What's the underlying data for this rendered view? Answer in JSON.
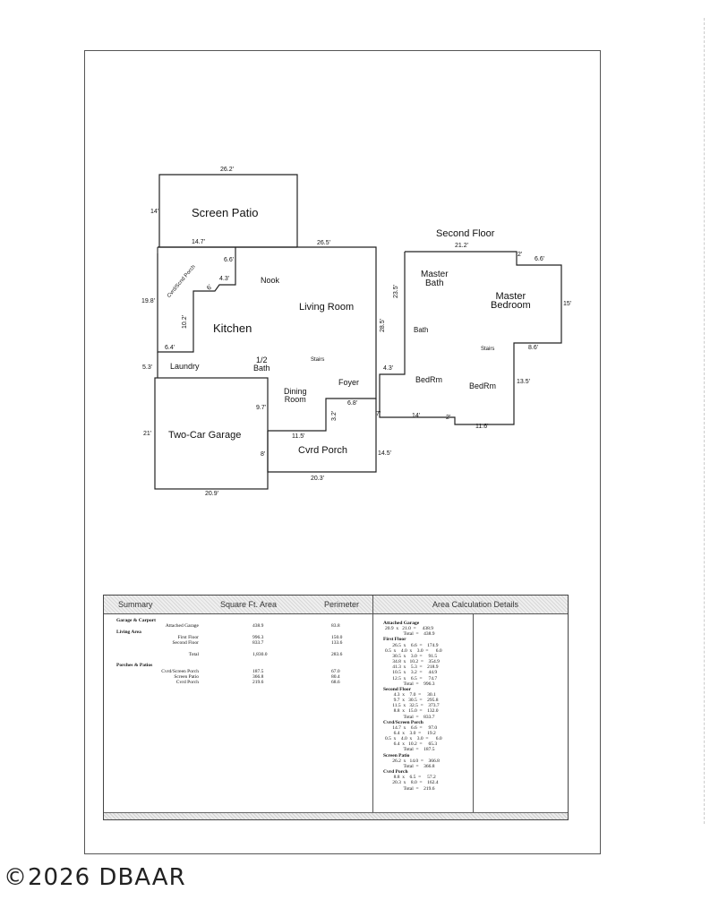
{
  "watermark": "©2026 DBAAR",
  "floorplan": {
    "first_floor_rooms": {
      "screen_patio": "Screen Patio",
      "kitchen": "Kitchen",
      "nook": "Nook",
      "living_room": "Living Room",
      "laundry": "Laundry",
      "half_bath": "1/2\nBath",
      "stairs": "Stairs",
      "dining_room": "Dining\nRoom",
      "foyer": "Foyer",
      "two_car_garage": "Two-Car Garage",
      "cvrd_porch": "Cvrd Porch",
      "cvrd_scrnd_porch": "Cvrd/Scnd Porch"
    },
    "second_floor_title": "Second Floor",
    "second_floor_rooms": {
      "master_bath": "Master\nBath",
      "master_bedroom": "Master\nBedroom",
      "bath": "Bath",
      "stairs": "Stairs",
      "bedrm1": "BedRm",
      "bedrm2": "BedRm"
    },
    "dims": {
      "d_26_2": "26.2'",
      "d_14": "14'",
      "d_14_7": "14.7'",
      "d_26_5": "26.5'",
      "d_6_6": "6.6'",
      "d_4_3a": "4.3'",
      "d_6a": "6'",
      "d_19_8": "19.8'",
      "d_10_2": "10.2'",
      "d_6_4": "6.4'",
      "d_5_3": "5.3'",
      "d_9_7": "9.7'",
      "d_21": "21'",
      "d_8": "8'",
      "d_11_5": "11.5'",
      "d_6_8": "6.8'",
      "d_3_2": "3.2'",
      "d_14_5": "14.5'",
      "d_20_3": "20.3'",
      "d_20_9": "20.9'",
      "d_28_5": "28.5'",
      "d_21_2": "21.2'",
      "d_2a": "2'",
      "d_6_6b": "6.6'",
      "d_23_5": "23.5'",
      "d_15": "15'",
      "d_8_6": "8.6'",
      "d_4_3b": "4.3'",
      "d_13_5": "13.5'",
      "d_7": "7'",
      "d_14b": "14'",
      "d_2b": "2'",
      "d_11_6": "11.6'"
    }
  },
  "summary": {
    "headers": {
      "summary": "Summary",
      "sqft": "Square Ft. Area",
      "perimeter": "Perimeter",
      "details": "Area Calculation Details"
    },
    "rows": [
      {
        "label": "Garage & Carport",
        "bold": true,
        "area": "",
        "perim": ""
      },
      {
        "label": "Attached Garage",
        "bold": false,
        "area": "438.9",
        "perim": "83.8"
      },
      {
        "label": "Living Area",
        "bold": true,
        "area": "",
        "perim": ""
      },
      {
        "label": "First Floor",
        "bold": false,
        "area": "996.3",
        "perim": "150.0"
      },
      {
        "label": "Second Floor",
        "bold": false,
        "area": "833.7",
        "perim": "133.6"
      },
      {
        "label": "",
        "bold": false,
        "area": "",
        "perim": ""
      },
      {
        "label": "Total",
        "bold": false,
        "area": "1,830.0",
        "perim": "283.6"
      },
      {
        "label": "",
        "bold": false,
        "area": "",
        "perim": ""
      },
      {
        "label": "Porches & Patios",
        "bold": true,
        "area": "",
        "perim": ""
      },
      {
        "label": "Cvrd/Screen Porch",
        "bold": false,
        "area": "187.5",
        "perim": "67.0"
      },
      {
        "label": "Screen Patio",
        "bold": false,
        "area": "366.8",
        "perim": "80.4"
      },
      {
        "label": "Cvrd Porch",
        "bold": false,
        "area": "219.6",
        "perim": "68.6"
      }
    ],
    "details": [
      {
        "t": "Attached Garage",
        "h": true
      },
      {
        "t": "20.9  x   21.0  =     438.9"
      },
      {
        "t": "               Total  =    438.9"
      },
      {
        "t": "First Floor",
        "h": true
      },
      {
        "t": "      26.5  x    6.6  =    174.9"
      },
      {
        "t": "0.5  x    4.0  x    3.0  =      6.0"
      },
      {
        "t": "      30.5  x    3.0  =     91.5"
      },
      {
        "t": "      34.8  x   10.2  =    354.9"
      },
      {
        "t": "      41.3  x    5.3  =    218.9"
      },
      {
        "t": "      10.5  x    3.2  =     44.9"
      },
      {
        "t": "      12.5  x    6.5  =     74.7"
      },
      {
        "t": "               Total  =    996.3"
      },
      {
        "t": "Second Floor",
        "h": true
      },
      {
        "t": "       4.3  x    7.0  =     30.1"
      },
      {
        "t": "       9.7  x   30.5  =    295.8"
      },
      {
        "t": "      11.5  x   32.5  =    373.7"
      },
      {
        "t": "       8.8  x   15.0  =    132.0"
      },
      {
        "t": "               Total  =    833.7"
      },
      {
        "t": "Cvrd/Screen Porch",
        "h": true
      },
      {
        "t": "      14.7  x    6.6  =     97.0"
      },
      {
        "t": "       6.4  x    3.0  =     19.2"
      },
      {
        "t": "0.5  x    4.0  x    3.0  =      6.0"
      },
      {
        "t": "       6.4  x   10.2  =     65.3"
      },
      {
        "t": "               Total  =    187.5"
      },
      {
        "t": "Screen Patio",
        "h": true
      },
      {
        "t": "      26.2  x   14.0  =    366.8"
      },
      {
        "t": "               Total  =    366.8"
      },
      {
        "t": "Cvrd Porch",
        "h": true
      },
      {
        "t": "       8.8  x    6.5  =     57.2"
      },
      {
        "t": "      20.3  x    8.0  =    162.4"
      },
      {
        "t": "               Total  =    219.6"
      }
    ]
  }
}
